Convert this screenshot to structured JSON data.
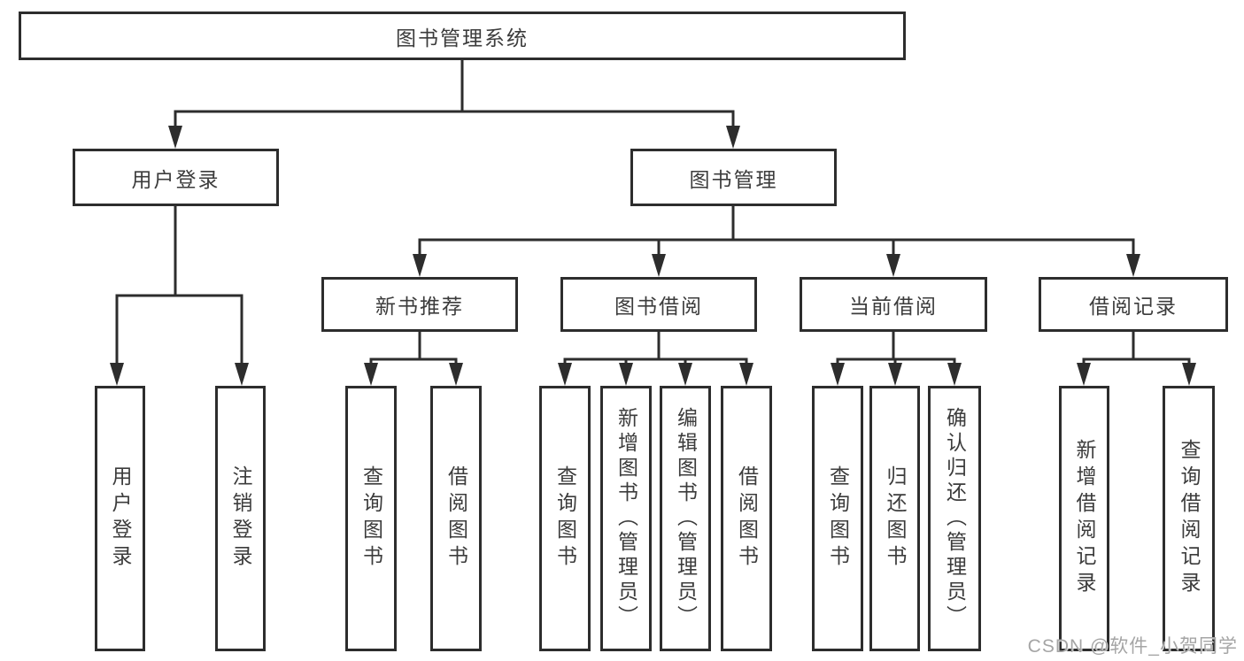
{
  "diagram_title": "图书管理系统",
  "tree": {
    "root": {
      "label": "图书管理系统",
      "children": [
        {
          "label": "用户登录",
          "children": [
            {
              "label": "用户登录"
            },
            {
              "label": "注销登录"
            }
          ]
        },
        {
          "label": "图书管理",
          "children": [
            {
              "label": "新书推荐",
              "children": [
                {
                  "label": "查询图书"
                },
                {
                  "label": "借阅图书"
                }
              ]
            },
            {
              "label": "图书借阅",
              "children": [
                {
                  "label": "查询图书"
                },
                {
                  "label": "新增图书（管理员）"
                },
                {
                  "label": "编辑图书（管理员）"
                },
                {
                  "label": "借阅图书"
                }
              ]
            },
            {
              "label": "当前借阅",
              "children": [
                {
                  "label": "查询图书"
                },
                {
                  "label": "归还图书"
                },
                {
                  "label": "确认归还（管理员）"
                }
              ]
            },
            {
              "label": "借阅记录",
              "children": [
                {
                  "label": "新增借阅记录"
                },
                {
                  "label": "查询借阅记录"
                }
              ]
            }
          ]
        }
      ]
    }
  },
  "watermark": {
    "text": "CSDN @软件_小贺同学"
  },
  "colors": {
    "line": "#2d2d2d",
    "text": "#3c3c3c",
    "box_bg": "#ffffff",
    "watermark": "#a5a5a5"
  }
}
